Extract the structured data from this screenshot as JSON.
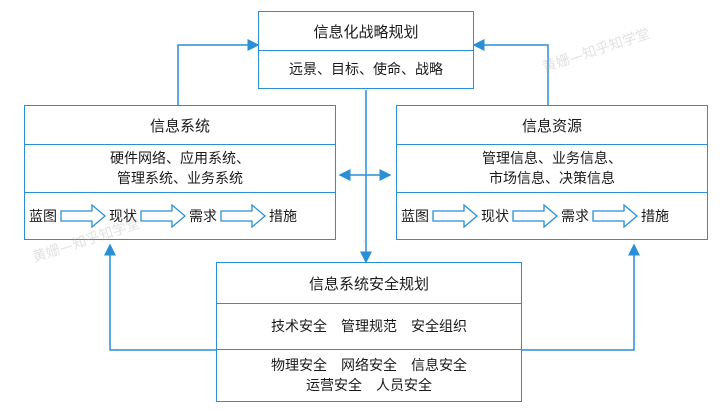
{
  "strategy": {
    "title": "信息化战略规划",
    "items": "远景、目标、使命、战略"
  },
  "system": {
    "title": "信息系统",
    "line1": "硬件网络、应用系统、",
    "line2": "管理系统、业务系统",
    "flow": [
      "蓝图",
      "现状",
      "需求",
      "措施"
    ]
  },
  "resource": {
    "title": "信息资源",
    "line1": "管理信息、业务信息、",
    "line2": "市场信息、决策信息",
    "flow": [
      "蓝图",
      "现状",
      "需求",
      "措施"
    ]
  },
  "security": {
    "title": "信息系统安全规划",
    "row1": "技术安全　管理规范　安全组织",
    "row2a": "物理安全　网络安全　信息安全",
    "row2b": "运营安全　人员安全"
  },
  "watermark": "黄姗—知乎知学堂",
  "colors": {
    "line": "#2a8fd6"
  }
}
